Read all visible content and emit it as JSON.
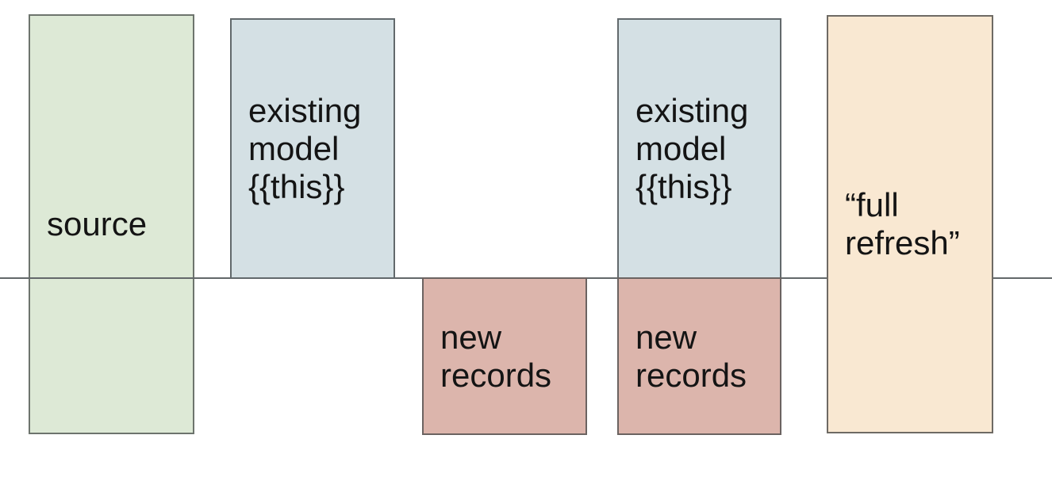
{
  "diagram": {
    "background_color": "#ffffff",
    "text_color": "#141414",
    "timeline": {
      "description_color": "#63686a"
    },
    "boxes": {
      "source": {
        "label": "source",
        "fill": "#dde9d6",
        "border": "#6d746d"
      },
      "existing_model_1": {
        "label": "existing\nmodel\n{{this}}",
        "fill": "#d4e0e4",
        "border": "#62696c"
      },
      "new_records_1": {
        "label": "new\nrecords",
        "fill": "#dcb5ac",
        "border": "#6b6361"
      },
      "existing_model_2": {
        "label": "existing\nmodel\n{{this}}",
        "fill": "#d4e0e4",
        "border": "#62696c"
      },
      "new_records_2": {
        "label": "new\nrecords",
        "fill": "#dcb5ac",
        "border": "#6b6361"
      },
      "full_refresh": {
        "label": "“full\nrefresh”",
        "fill": "#f9e8d2",
        "border": "#6e6a64"
      }
    }
  }
}
